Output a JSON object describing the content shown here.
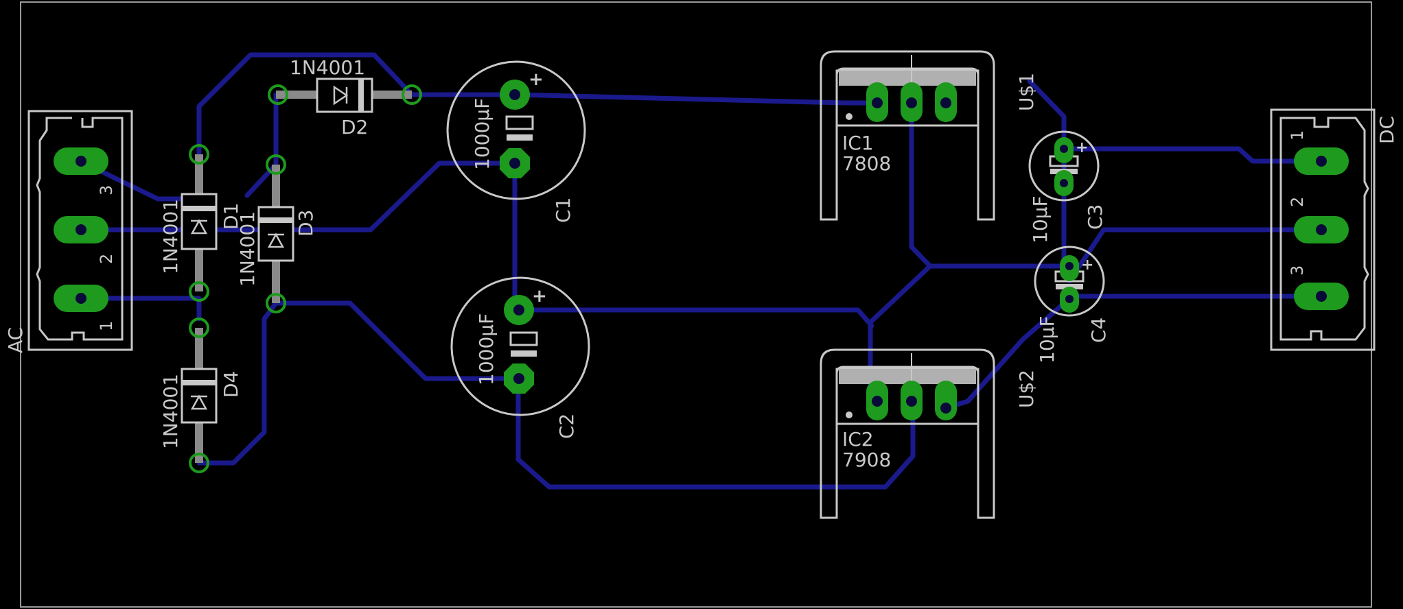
{
  "labels": {
    "ac": "AC",
    "dc": "DC",
    "ac_pin1": "1",
    "ac_pin2": "2",
    "ac_pin3": "3",
    "dc_pin1": "1",
    "dc_pin2": "2",
    "dc_pin3": "3",
    "d1_name": "D1",
    "d1_value": "1N4001",
    "d2_name": "D2",
    "d2_value": "1N4001",
    "d3_name": "D3",
    "d3_value": "1N4001",
    "d4_name": "D4",
    "d4_value": "1N4001",
    "c1_name": "C1",
    "c1_value": "1000µF",
    "c2_name": "C2",
    "c2_value": "1000µF",
    "c3_name": "C3",
    "c3_value": "10µF",
    "c4_name": "C4",
    "c4_value": "10µF",
    "ic1_name": "IC1",
    "ic1_value": "7808",
    "ic2_name": "IC2",
    "ic2_value": "7908",
    "us1": "U$1",
    "us2": "U$2",
    "plus": "+"
  },
  "colors": {
    "background": "#000000",
    "trace": "#1a1a8c",
    "pad": "#1e9a1e",
    "silkscreen": "#c8c8c8"
  }
}
